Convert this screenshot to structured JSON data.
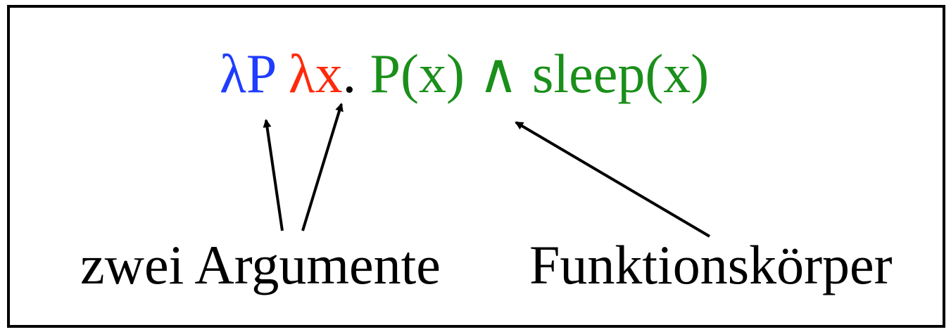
{
  "formula": {
    "lambda_p": "λP",
    "space1": " ",
    "lambda_x": "λx",
    "dot": ". ",
    "body": "P(x) ∧ sleep(x)"
  },
  "labels": {
    "arguments": "zwei Argumente",
    "body": "Funktionskörper"
  },
  "colors": {
    "lambda_p": "#1f3cff",
    "lambda_x": "#ff2a0a",
    "dot": "#000000",
    "body": "#1a8f1a",
    "arrows": "#000000"
  }
}
